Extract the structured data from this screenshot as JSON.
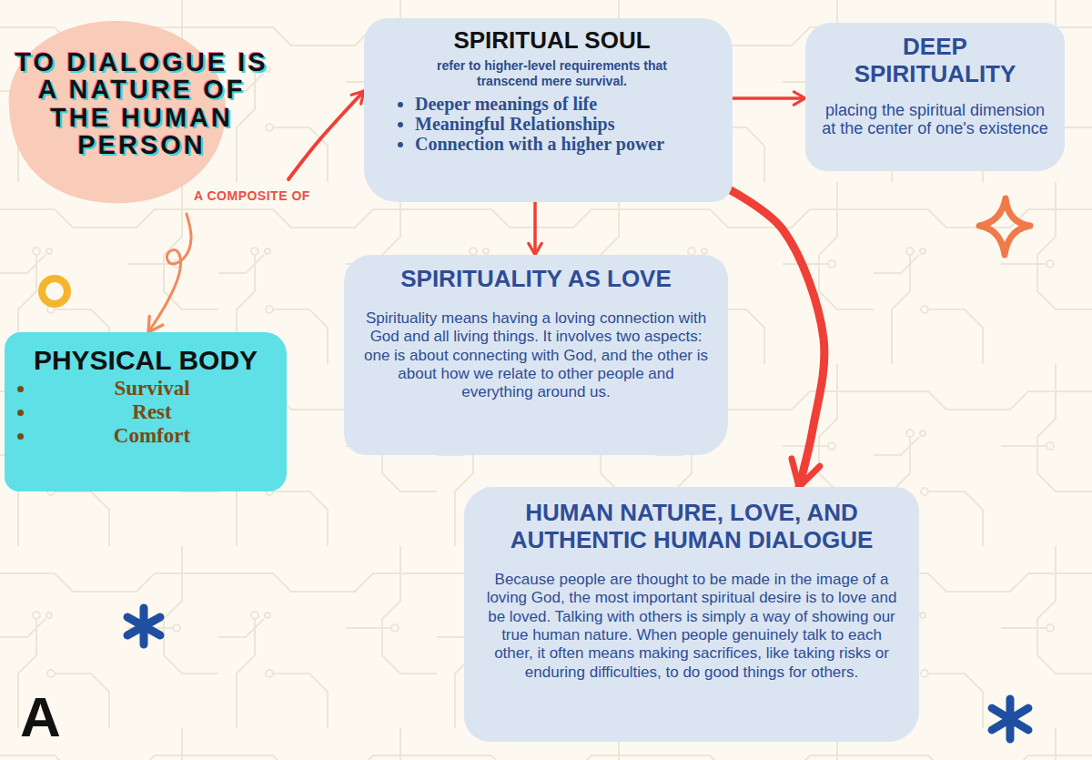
{
  "diagram": {
    "nodes": [
      {
        "text": [
          "TO DIALOGUE IS A NATURE OF THE HUMAN PERSON"
        ]
      },
      {
        "text": [
          "SPIRITUAL SOUL",
          "refer to higher-level requirements that transcend mere survival.",
          "Deeper meanings of life",
          "Meaningful Relationships",
          "Connection with a higher power"
        ]
      },
      {
        "text": [
          "DEEP SPIRITUALITY",
          "placing the spiritual dimension at the center of one's existence"
        ]
      },
      {
        "text": [
          "SPIRITUALITY AS LOVE",
          "Spirituality means having a loving connection with God and all living things. It involves two aspects: one is about connecting with God, and the other is about how we relate to other people and everything around us."
        ]
      },
      {
        "text": [
          "PHYSICAL BODY",
          "Survival",
          "Rest",
          "Comfort"
        ]
      },
      {
        "text": [
          "HUMAN NATURE, LOVE, AND AUTHENTIC HUMAN DIALOGUE",
          "Because people are thought to be made in the image of a loving God, the most important spiritual desire is to love and be loved. Talking with others is simply a way of showing our true human nature. When people genuinely talk to each other, it often means making sacrifices, like taking risks or enduring difficulties, to do good things for others."
        ]
      }
    ],
    "edges": [
      {
        "from": 0,
        "to": 1,
        "arrow": "to"
      },
      {
        "from": 0,
        "to": 4,
        "arrow": "to"
      },
      {
        "from": 1,
        "to": 2,
        "arrow": "to"
      },
      {
        "from": 1,
        "to": 3,
        "arrow": "to"
      },
      {
        "from": 1,
        "to": 5,
        "arrow": "to"
      }
    ],
    "labels": [
      "A COMPOSITE OF",
      "A"
    ]
  }
}
